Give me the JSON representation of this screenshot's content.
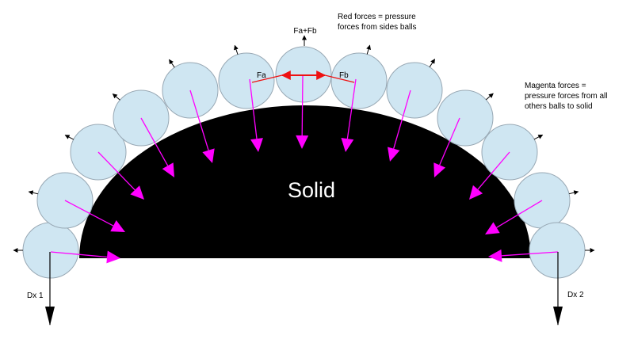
{
  "solid_label": "Solid",
  "labels": {
    "fa_fb": "Fa+Fb",
    "fa": "Fa",
    "fb": "Fb",
    "dx1": "Dx 1",
    "dx2": "Dx 2"
  },
  "notes": {
    "red_line1": "Red forces = pressure",
    "red_line2": "forces from sides balls",
    "magenta_line1": "Magenta forces =",
    "magenta_line2": "pressure forces from all",
    "magenta_line3": "others balls to solid"
  },
  "colors": {
    "ball_fill": "#cfe6f2",
    "ball_stroke": "#98a8b4",
    "solid": "#000000",
    "pressure_force": "#ff00ff",
    "side_force": "#ee1111",
    "outward_arrow": "#000000"
  },
  "ball_count": 13
}
